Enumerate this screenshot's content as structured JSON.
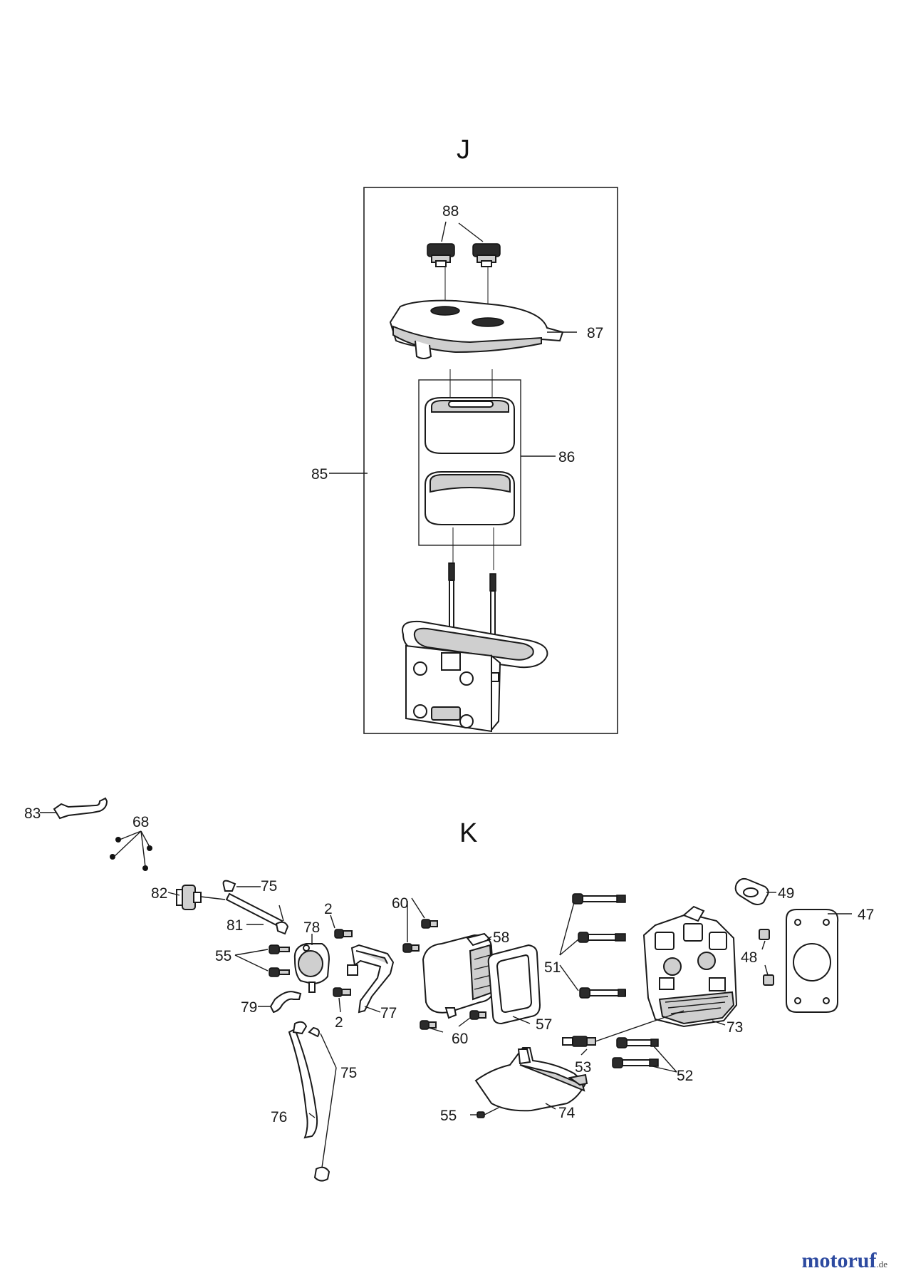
{
  "sections": {
    "j": "J",
    "k": "K"
  },
  "callouts": {
    "c88": "88",
    "c87": "87",
    "c86": "86",
    "c85": "85",
    "c83": "83",
    "c68": "68",
    "c82": "82",
    "c75a": "75",
    "c81": "81",
    "c78": "78",
    "c2a": "2",
    "c55a": "55",
    "c79": "79",
    "c2b": "2",
    "c77": "77",
    "c60a": "60",
    "c58": "58",
    "c57": "57",
    "c60b": "60",
    "c51": "51",
    "c49": "49",
    "c47": "47",
    "c48": "48",
    "c73": "73",
    "c53": "53",
    "c52": "52",
    "c55b": "55",
    "c74": "74",
    "c76": "76",
    "c75b": "75"
  },
  "logo": {
    "name": "motoruf",
    "tld": ".de",
    "color": "#2d4aa0"
  }
}
